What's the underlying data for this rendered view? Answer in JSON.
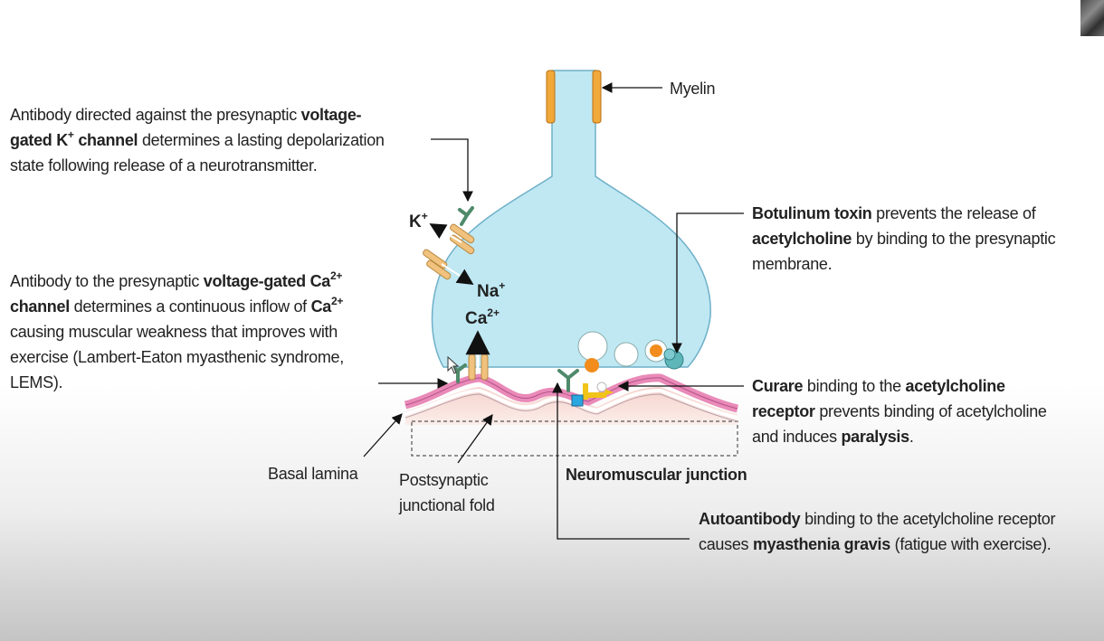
{
  "labels": {
    "myelin": "Myelin",
    "basal_lamina": "Basal lamina",
    "postsynaptic_1": "Postsynaptic",
    "postsynaptic_2": "junctional fold",
    "nmj": "Neuromuscular junction"
  },
  "ions": {
    "k": "K",
    "k_sup": "+",
    "na": "Na",
    "na_sup": "+",
    "ca": "Ca",
    "ca_sup": "2+"
  },
  "annotations": {
    "k_channel": {
      "l1a": "Antibody directed against the presynaptic ",
      "l1b": "voltage-",
      "l2a": "gated K",
      "l2sup": "+",
      "l2b": " channel",
      "l2c": " determines a lasting depolarization",
      "l3": "state following release of a neurotransmitter."
    },
    "ca_channel": {
      "l1a": "Antibody to the presynaptic ",
      "l1b": "voltage-gated Ca",
      "l1sup": "2+",
      "l2a": "channel",
      "l2b": " determines a continuous inflow of ",
      "l2c": "Ca",
      "l2sup": "2+",
      "l3": "causing muscular weakness that improves with",
      "l4": "exercise (Lambert-Eaton myasthenic syndrome,",
      "l5": "LEMS)."
    },
    "botulinum": {
      "l1a": "Botulinum toxin",
      "l1b": " prevents the release of",
      "l2a": "acetylcholine",
      "l2b": " by binding to the presynaptic",
      "l3": "membrane."
    },
    "curare": {
      "l1a": "Curare",
      "l1b": " binding to the ",
      "l1c": "acetylcholine",
      "l2a": "receptor",
      "l2b": " prevents binding of acetylcholine",
      "l3a": "and induces ",
      "l3b": "paralysis",
      "l3c": "."
    },
    "autoantibody": {
      "l1a": "Autoantibody",
      "l1b": " binding to the acetylcholine receptor",
      "l2a": "causes ",
      "l2b": "myasthenia gravis",
      "l2c": " (fatigue with exercise)."
    }
  },
  "colors": {
    "axon": "#bfe8f3",
    "axon_stroke": "#6fb0c8",
    "myelin": "#f0a93a",
    "membrane": "#e98ab8",
    "channel": "#f1c27d",
    "antibody": "#4f8a6b",
    "vesicle": "#ffffff",
    "ach": "#f28c1c",
    "botulinum": "#5fb6b8"
  },
  "icons": [
    "cursor-arrow-icon"
  ]
}
